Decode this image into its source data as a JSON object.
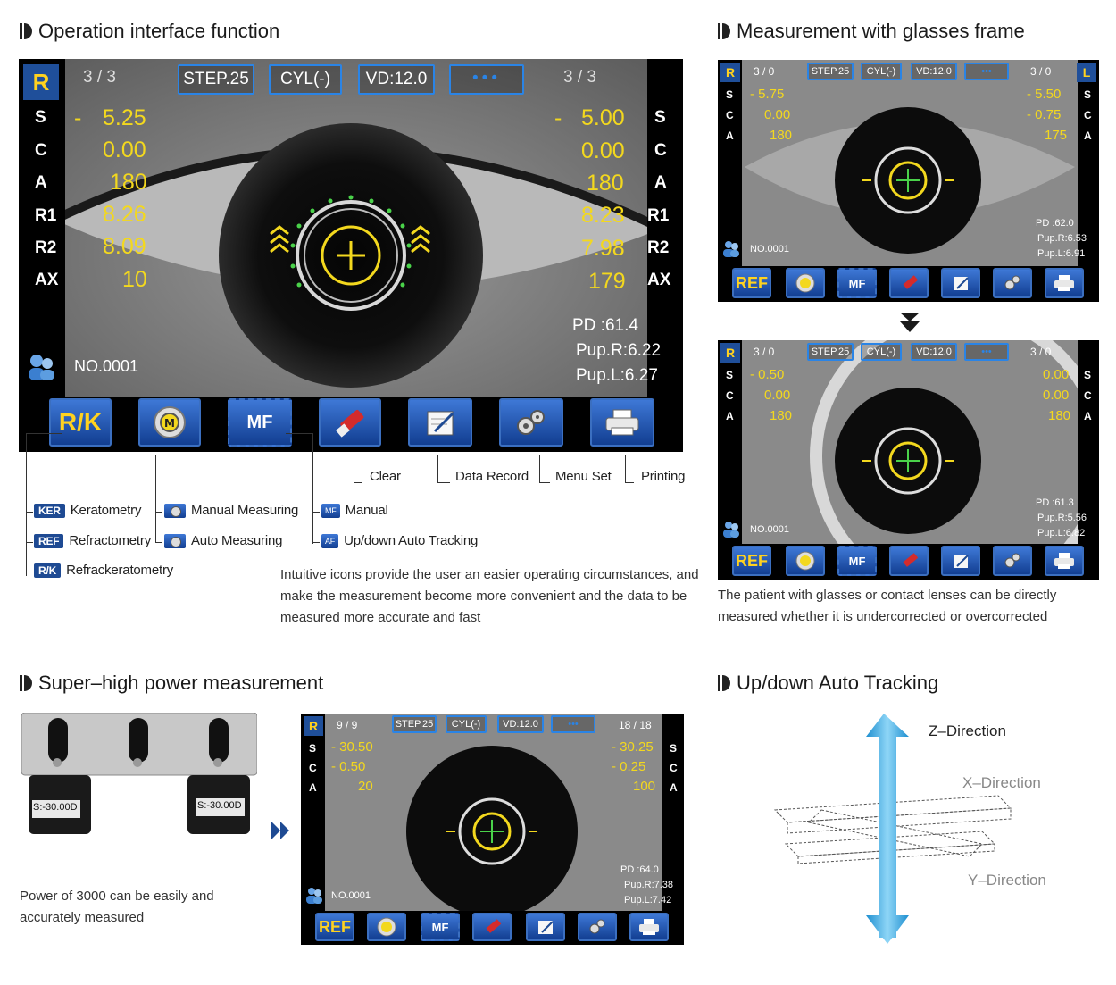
{
  "sections": {
    "operation": "Operation interface function",
    "glasses": "Measurement with glasses frame",
    "superhigh": "Super–high power measurement",
    "tracking": "Up/down Auto Tracking"
  },
  "main_screen": {
    "badge": "R",
    "counter_left": "3 / 3",
    "counter_right": "3 / 3",
    "btn_step": "STEP.25",
    "btn_cyl": "CYL(-)",
    "btn_vd": "VD:12.0",
    "labels": [
      "S",
      "C",
      "A",
      "R1",
      "R2",
      "AX"
    ],
    "left_values": [
      "5.25",
      "0.00",
      "180",
      "8.26",
      "8.09",
      "10"
    ],
    "right_values": [
      "5.00",
      "0.00",
      "180",
      "8.23",
      "7.98",
      "179"
    ],
    "minus": "-",
    "pd": "PD     :61.4",
    "pup_r": "Pup.R:6.22",
    "pup_l": "Pup.L:6.27",
    "patient_no": "NO.0001",
    "tb_mode": "R/K",
    "tb_mf": "MF"
  },
  "callouts": {
    "clear": "Clear",
    "data_record": "Data Record",
    "menu_set": "Menu Set",
    "printing": "Printing",
    "ker_chip": "KER",
    "ker": "Keratometry",
    "ref_chip": "REF",
    "ref": "Refractometry",
    "rk_chip": "R/K",
    "rk": "Refrackeratometry",
    "manual_measuring": "Manual Measuring",
    "auto_measuring": "Auto Measuring",
    "manual": "Manual",
    "updown": "Up/down Auto Tracking",
    "mf_chip": "MF",
    "af_chip": "AF"
  },
  "operation_text": "Intuitive icons provide the user an easier operating circumstances, and make the measurement become more convenient and the data to be measured more accurate and fast",
  "glasses_screen1": {
    "badge_r": "R",
    "badge_l": "L",
    "counter_left": "3 / 0",
    "counter_right": "3 / 0",
    "btn_step": "STEP.25",
    "btn_cyl": "CYL(-)",
    "btn_vd": "VD:12.0",
    "labels": [
      "S",
      "C",
      "A"
    ],
    "left_values": [
      "- 5.75",
      "0.00",
      "180"
    ],
    "right_values": [
      "- 5.50",
      "- 0.75",
      "175"
    ],
    "pd": "PD    :62.0",
    "pup_r": "Pup.R:6.53",
    "pup_l": "Pup.L:6.91",
    "patient_no": "NO.0001",
    "mode": "REF",
    "mf": "MF"
  },
  "glasses_screen2": {
    "badge_r": "R",
    "counter_left": "3 / 0",
    "counter_right": "3 / 0",
    "btn_step": "STEP.25",
    "btn_cyl": "CYL(-)",
    "btn_vd": "VD:12.0",
    "labels": [
      "S",
      "C",
      "A"
    ],
    "left_values": [
      "- 0.50",
      "0.00",
      "180"
    ],
    "right_values": [
      "0.00",
      "0.00",
      "180"
    ],
    "pd": "PD    :61.3",
    "pup_r": "Pup.R:5.56",
    "pup_l": "Pup.L:6.82",
    "patient_no": "NO.0001",
    "mode": "REF",
    "mf": "MF"
  },
  "glasses_text": "The patient with glasses or contact lenses can be directly measured whether it is undercorrected or overcorrected",
  "superhigh_device": {
    "lens_left": "S:-30.00D",
    "lens_right": "S:-30.00D"
  },
  "superhigh_text": "Power of 3000 can be easily and accurately measured",
  "superhigh_screen": {
    "badge_r": "R",
    "counter_left": "9 / 9",
    "counter_right": "18 / 18",
    "btn_step": "STEP.25",
    "btn_cyl": "CYL(-)",
    "btn_vd": "VD:12.0",
    "labels": [
      "S",
      "C",
      "A"
    ],
    "left_values": [
      "- 30.50",
      "- 0.50",
      "20"
    ],
    "right_values": [
      "- 30.25",
      "- 0.25",
      "100"
    ],
    "pd": "PD    :64.0",
    "pup_r": "Pup.R:7.38",
    "pup_l": "Pup.L:7.42",
    "patient_no": "NO.0001",
    "mode": "REF",
    "mf": "MF"
  },
  "tracking": {
    "z": "Z–Direction",
    "x": "X–Direction",
    "y": "Y–Direction"
  },
  "colors": {
    "accent": "#2a84e6",
    "yellow": "#f3d81e",
    "chip": "#1e4a93",
    "arrow": "#38a9e0"
  }
}
